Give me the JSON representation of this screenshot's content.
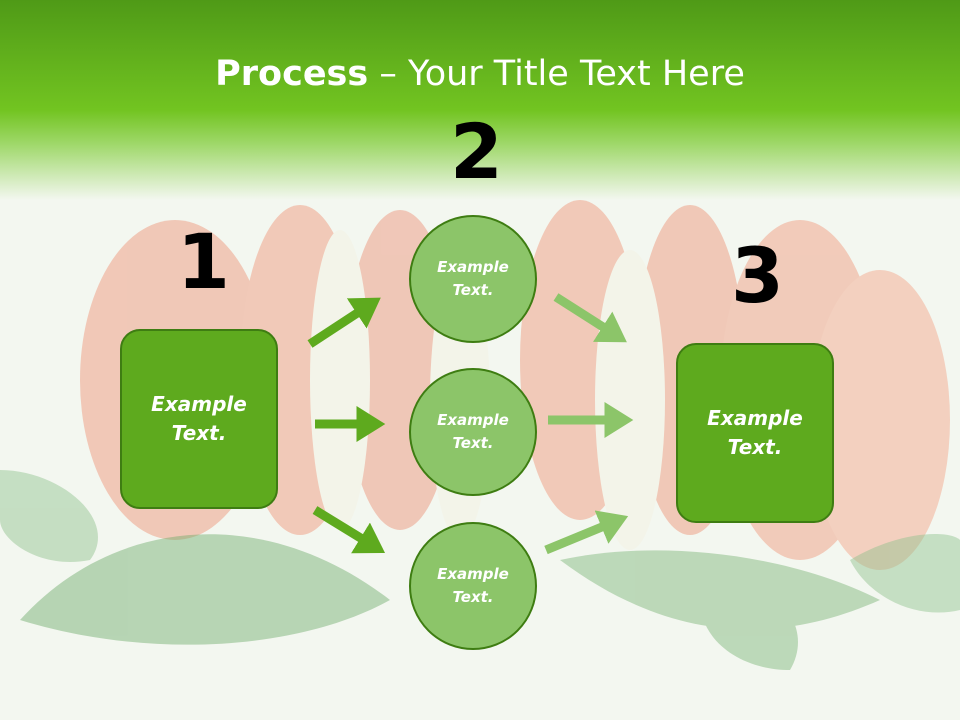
{
  "title": {
    "bold": "Process",
    "rest": " – Your Title Text Here"
  },
  "steps": {
    "one": "1",
    "two": "2",
    "three": "3"
  },
  "left_box": {
    "line1": "Example",
    "line2": "Text."
  },
  "circles": [
    {
      "line1": "Example",
      "line2": "Text."
    },
    {
      "line1": "Example",
      "line2": "Text."
    },
    {
      "line1": "Example",
      "line2": "Text."
    }
  ],
  "right_box": {
    "line1": "Example",
    "line2": "Text."
  },
  "colors": {
    "header": "#5aa91f",
    "box": "#5eaa1e",
    "circle": "#8cc569",
    "arrow_dark": "#5eaa1e",
    "arrow_light": "#8cc569"
  }
}
